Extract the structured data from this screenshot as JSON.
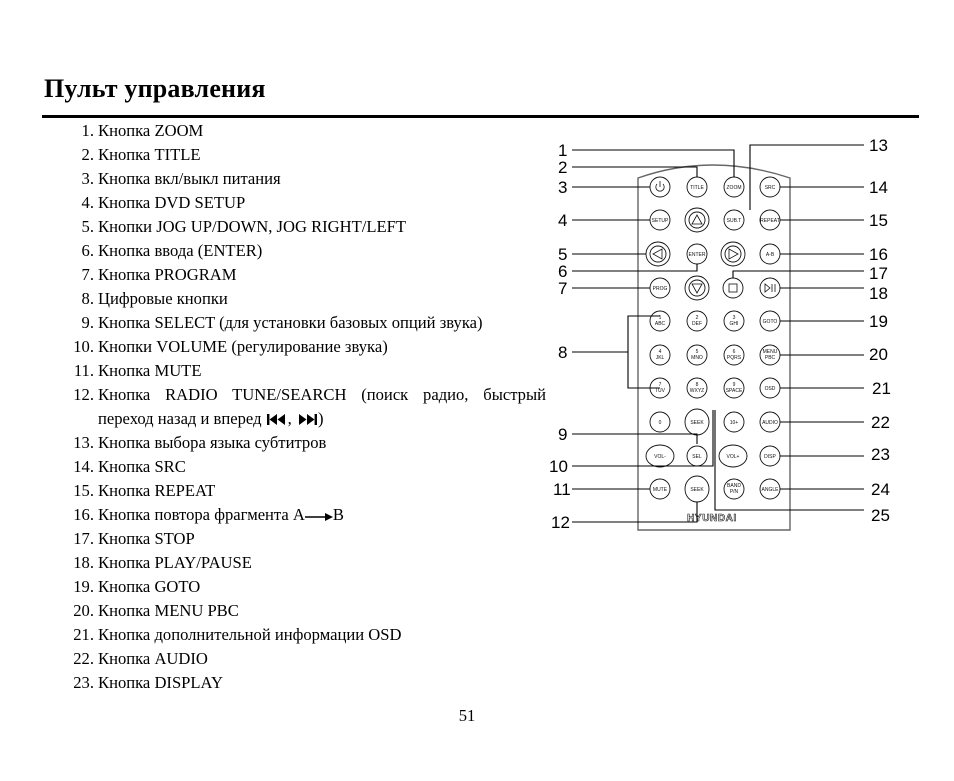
{
  "page": {
    "title": "Пульт управления",
    "page_number": "51"
  },
  "items": [
    {
      "num": "1.",
      "text": "Кнопка ZOOM"
    },
    {
      "num": "2.",
      "text": "Кнопка TITLE"
    },
    {
      "num": "3.",
      "text": "Кнопка вкл/выкл питания"
    },
    {
      "num": "4.",
      "text": "Кнопка DVD SETUP"
    },
    {
      "num": "5.",
      "text": "Кнопки JOG UP/DOWN, JOG RIGHT/LEFT"
    },
    {
      "num": "6.",
      "text": "Кнопка ввода (ENTER)"
    },
    {
      "num": "7.",
      "text": "Кнопка PROGRAM"
    },
    {
      "num": "8.",
      "text": "Цифровые кнопки"
    },
    {
      "num": "9.",
      "text": "Кнопка SELECT (для установки базовых опций звука)"
    },
    {
      "num": "10.",
      "text": "Кнопки VOLUME (регулирование звука)"
    },
    {
      "num": "11.",
      "text": "Кнопка MUTE"
    },
    {
      "num": "12.",
      "text": "Кнопка RADIO TUNE/SEARCH (поиск радио, быстрый",
      "text2": "переход назад и вперед",
      "sep": ",",
      "close": ")"
    },
    {
      "num": "13.",
      "text": "Кнопка выбора языка субтитров"
    },
    {
      "num": "14.",
      "text": "Кнопка SRC"
    },
    {
      "num": "15.",
      "text": "Кнопка REPEAT"
    },
    {
      "num": "16.",
      "text": "Кнопка повтора фрагмента A",
      "text_after": "B"
    },
    {
      "num": "17.",
      "text": "Кнопка STOP"
    },
    {
      "num": "18.",
      "text": "Кнопка PLAY/PAUSE"
    },
    {
      "num": "19.",
      "text": "Кнопка GOTO"
    },
    {
      "num": "20.",
      "text": "Кнопка MENU PBC"
    },
    {
      "num": "21.",
      "text": "Кнопка дополнительной информации OSD"
    },
    {
      "num": "22.",
      "text": "Кнопка AUDIO"
    },
    {
      "num": "23.",
      "text": "Кнопка DISPLAY"
    }
  ],
  "remote": {
    "brand": "HYUNDAI",
    "callouts_left": [
      "1",
      "2",
      "3",
      "4",
      "5",
      "6",
      "7",
      "8",
      "9",
      "10",
      "11",
      "12"
    ],
    "callouts_right": [
      "13",
      "14",
      "15",
      "16",
      "17",
      "18",
      "19",
      "20",
      "21",
      "22",
      "23",
      "24",
      "25"
    ],
    "buttons": {
      "title": "TITLE",
      "zoom": "ZOOM",
      "src": "SRC",
      "setup": "SETUP",
      "subt": "SUB.T",
      "repeat": "REPEAT",
      "enter": "ENTER",
      "ab": "A-B",
      "prog": "PROG",
      "d1": "1",
      "d1s": "ABC",
      "d2": "2",
      "d2s": "DEF",
      "d3": "3",
      "d3s": "GHI",
      "goto": "GOTO",
      "d4": "4",
      "d4s": "JKL",
      "d5": "5",
      "d5s": "MNO",
      "d6": "6",
      "d6s": "PQRS",
      "menu": "MENU",
      "pbc": "PBC",
      "d7": "7",
      "d7s": "TUV",
      "d8": "8",
      "d8s": "WXYZ",
      "d9": "9",
      "d9s": "SPACE",
      "osd": "OSD",
      "d0": "0",
      "seek": "SEEK",
      "ten": "10+",
      "audio": "AUDIO",
      "volm": "VOL-",
      "sel": "SEL",
      "volp": "VOL+",
      "disp": "DISP",
      "mute": "MUTE",
      "band": "BAND",
      "pn": "P/N",
      "angle": "ANGLE"
    }
  }
}
